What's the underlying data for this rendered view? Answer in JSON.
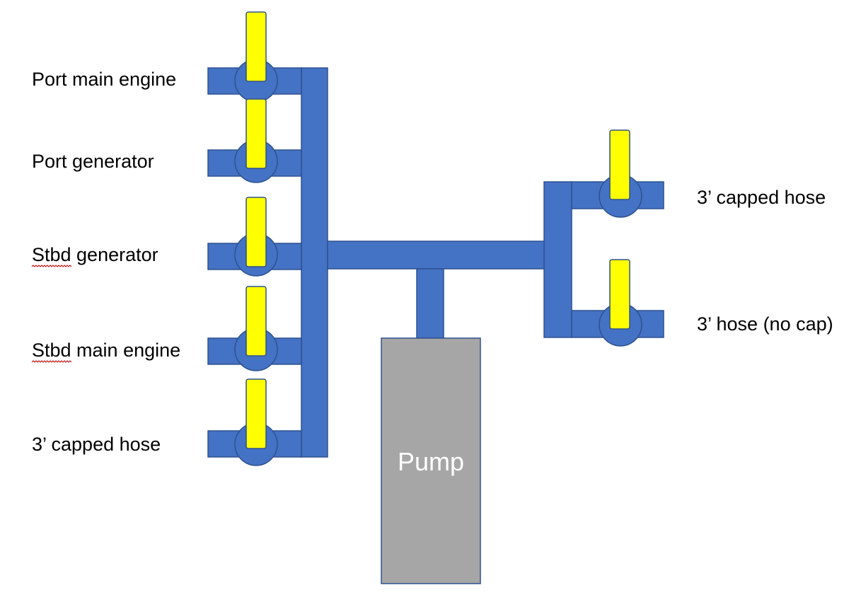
{
  "colors": {
    "pipe": "#4472c4",
    "pipe_stroke": "#2f528f",
    "handle": "#ffff00",
    "pump": "#a6a6a6",
    "text": "#000000",
    "pump_text": "#ffffff"
  },
  "left_valves": [
    {
      "label": "Port main engine",
      "spellcheck": false
    },
    {
      "label": "Port generator",
      "spellcheck": false
    },
    {
      "label": "Stbd generator",
      "spellcheck": true
    },
    {
      "label": "Stbd main engine",
      "spellcheck": true
    },
    {
      "label": "3’ capped hose",
      "spellcheck": false
    }
  ],
  "right_valves": [
    {
      "label": "3’ capped hose"
    },
    {
      "label": "3’ hose (no cap)"
    }
  ],
  "pump": {
    "label": "Pump"
  }
}
